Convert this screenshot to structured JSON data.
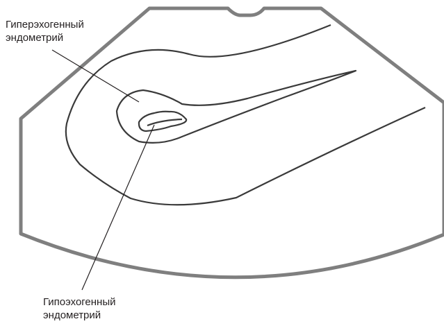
{
  "labels": {
    "hyperechoic": {
      "line1": "Гиперэхогенный",
      "line2": "эндометрий"
    },
    "hypoechoic": {
      "line1": "Гипоэхогенный",
      "line2": "эндометрий"
    }
  },
  "colors": {
    "frame_stroke": "#7f7f7f",
    "outline_stroke": "#3a3a3a",
    "leader_stroke": "#231f20",
    "text": "#231f20",
    "background": "#ffffff"
  }
}
